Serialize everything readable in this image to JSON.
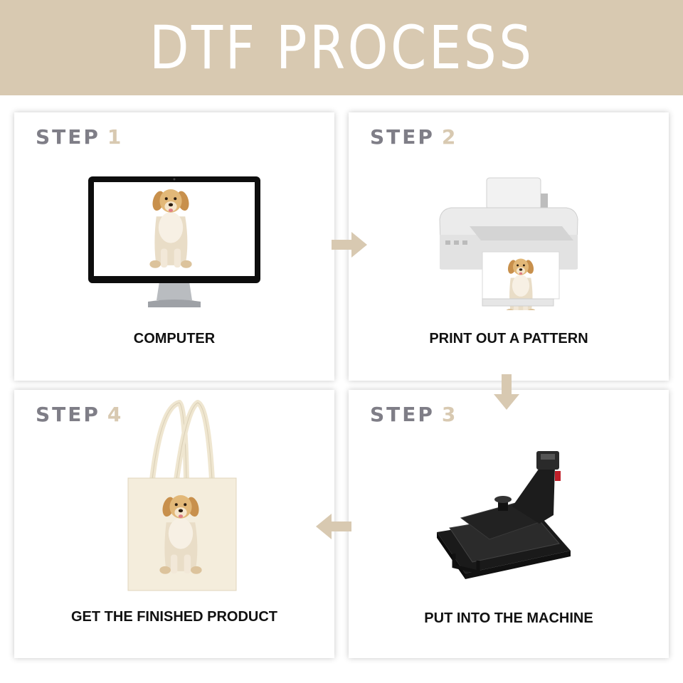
{
  "header": {
    "title": "DTF PROCESS"
  },
  "steps": [
    {
      "word": "STEP",
      "number": "1",
      "caption": "COMPUTER",
      "icon": "computer-monitor-icon"
    },
    {
      "word": "STEP",
      "number": "2",
      "caption": "PRINT OUT A PATTERN",
      "icon": "printer-icon"
    },
    {
      "word": "STEP",
      "number": "3",
      "caption": "PUT INTO THE MACHINE",
      "icon": "heat-press-icon"
    },
    {
      "word": "STEP",
      "number": "4",
      "caption": "GET THE FINISHED PRODUCT",
      "icon": "tote-bag-icon"
    }
  ],
  "colors": {
    "accent": "#d8c9b1",
    "step_word": "#7f7e87",
    "caption": "#111111",
    "background": "#ffffff"
  }
}
